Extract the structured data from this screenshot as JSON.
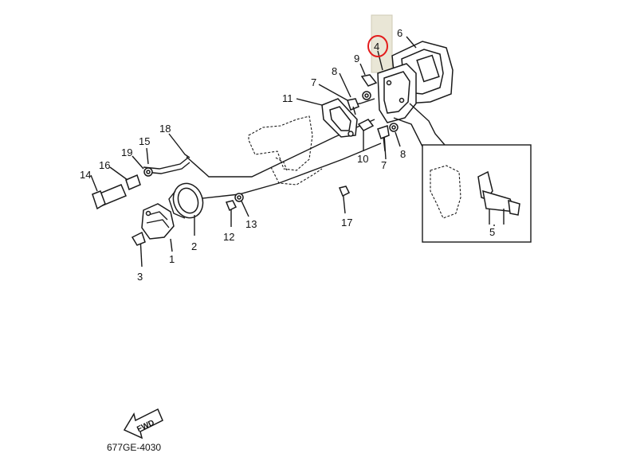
{
  "diagram": {
    "catalog_code": "677GE-4030",
    "fwd_label": "FWD",
    "highlighted_part": "4",
    "callouts": {
      "p1": "1",
      "p2": "2",
      "p3": "3",
      "p4": "4",
      "p5": "5",
      "p6": "6",
      "p7a": "7",
      "p7b": "7",
      "p8a": "8",
      "p8b": "8",
      "p9": "9",
      "p10": "10",
      "p11": "11",
      "p12": "12",
      "p13": "13",
      "p14": "14",
      "p15": "15",
      "p16": "16",
      "p17": "17",
      "p18": "18",
      "p19": "19"
    },
    "colors": {
      "highlight_ring": "#e31b1b",
      "highlight_box": "#e9e6d6",
      "line": "#1a1a1a"
    }
  }
}
